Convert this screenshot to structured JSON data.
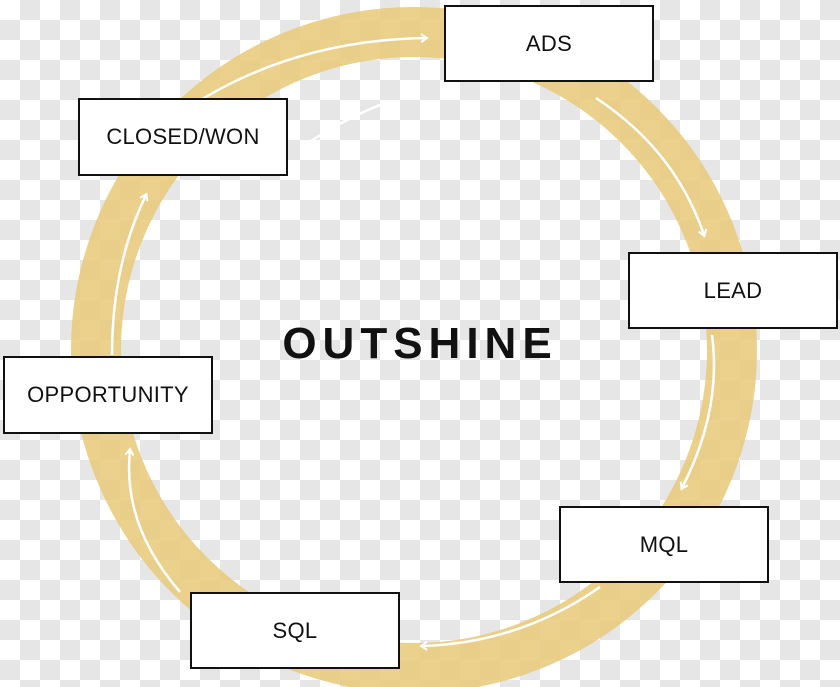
{
  "center_title": "OUTSHINE",
  "stages": {
    "ads": "ADS",
    "lead": "LEAD",
    "mql": "MQL",
    "sql": "SQL",
    "opportunity": "OPPORTUNITY",
    "closed_won": "CLOSED/WON"
  },
  "colors": {
    "ring": "#e8c978",
    "arrow": "#ffffff",
    "box_border": "#111111",
    "text": "#111111"
  }
}
